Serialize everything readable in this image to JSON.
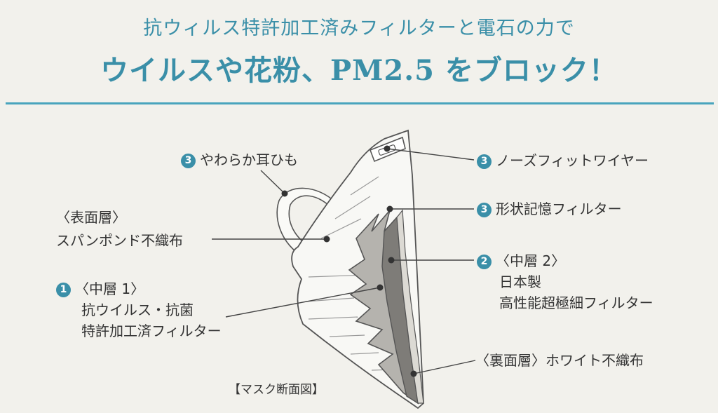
{
  "header": {
    "line1": "抗ウィルス特許加工済みフィルターと電石の力で",
    "line2": "ウイルスや花粉、PM2.5 をブロック！"
  },
  "labels": {
    "ear_loop": {
      "num": "3",
      "text": "やわらか耳ひも"
    },
    "outer_layer": {
      "title": "〈表面層〉",
      "text": "スパンポンド不織布"
    },
    "middle1": {
      "num": "1",
      "title": "〈中層 1〉",
      "line1": "抗ウイルス・抗菌",
      "line2": "特許加工済フィルター"
    },
    "nose_wire": {
      "num": "3",
      "text": "ノーズフィットワイヤー"
    },
    "shape_filter": {
      "num": "3",
      "text": "形状記憶フィルター"
    },
    "middle2": {
      "num": "2",
      "title": "〈中層 2〉",
      "line1": "日本製",
      "line2": "高性能超極細フィルター"
    },
    "inner_layer": {
      "text": "〈裏面層〉ホワイト不織布"
    }
  },
  "caption": "【マスク断面図】",
  "colors": {
    "accent": "#3a8fa8",
    "rule": "#49a4bd",
    "background": "#f2f1ec"
  }
}
